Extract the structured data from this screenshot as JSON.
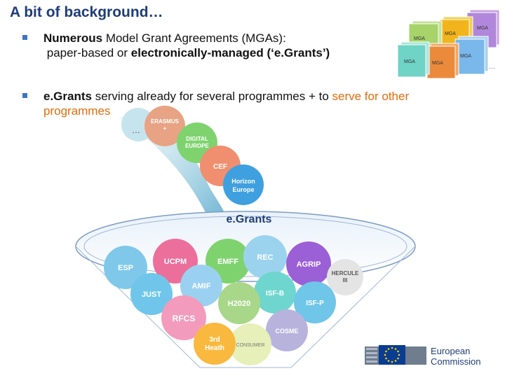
{
  "title": "A bit of background…",
  "bullets": {
    "b1_bold1": "Numerous",
    "b1_text1": "Model Grant Agreements (MGAs):",
    "b1_text2": "paper-based or",
    "b1_bold2": "electronically-managed (‘e.Grants’)",
    "b2_bold": "e.Grants",
    "b2_text": "serving already for several programmes + to",
    "b2_orange": "serve for other",
    "b2_orange2": "programmes"
  },
  "mga_label": "MGA",
  "mga_ellipsis": "…",
  "stream": {
    "ellipsis": "…",
    "erasmus_l1": "ERASMUS",
    "erasmus_l2": "+",
    "digital_l1": "DIGITAL",
    "digital_l2": "EUROPE",
    "cef": "CEF",
    "horizon_l1": "Horizon",
    "horizon_l2": "Europe"
  },
  "egrants_label": "e.Grants",
  "programmes": {
    "esp": "ESP",
    "ucpm": "UCPM",
    "emff": "EMFF",
    "rec": "REC",
    "agrip": "AGRIP",
    "hercule_l1": "HERCULE",
    "hercule_l2": "III",
    "just": "JUST",
    "amif": "AMIF",
    "isfb": "ISF-B",
    "h2020": "H2020",
    "isfp": "ISF-P",
    "rfcs": "RFCS",
    "cosme": "COSME",
    "health_l1": "3rd",
    "health_l2": "Heath",
    "consumer": "CONSUMER"
  },
  "logo": {
    "line1": "European",
    "line2": "Commission"
  },
  "colors": {
    "title": "#1f3d78",
    "bullet": "#3f73c5",
    "accent": "#e36c0a"
  }
}
